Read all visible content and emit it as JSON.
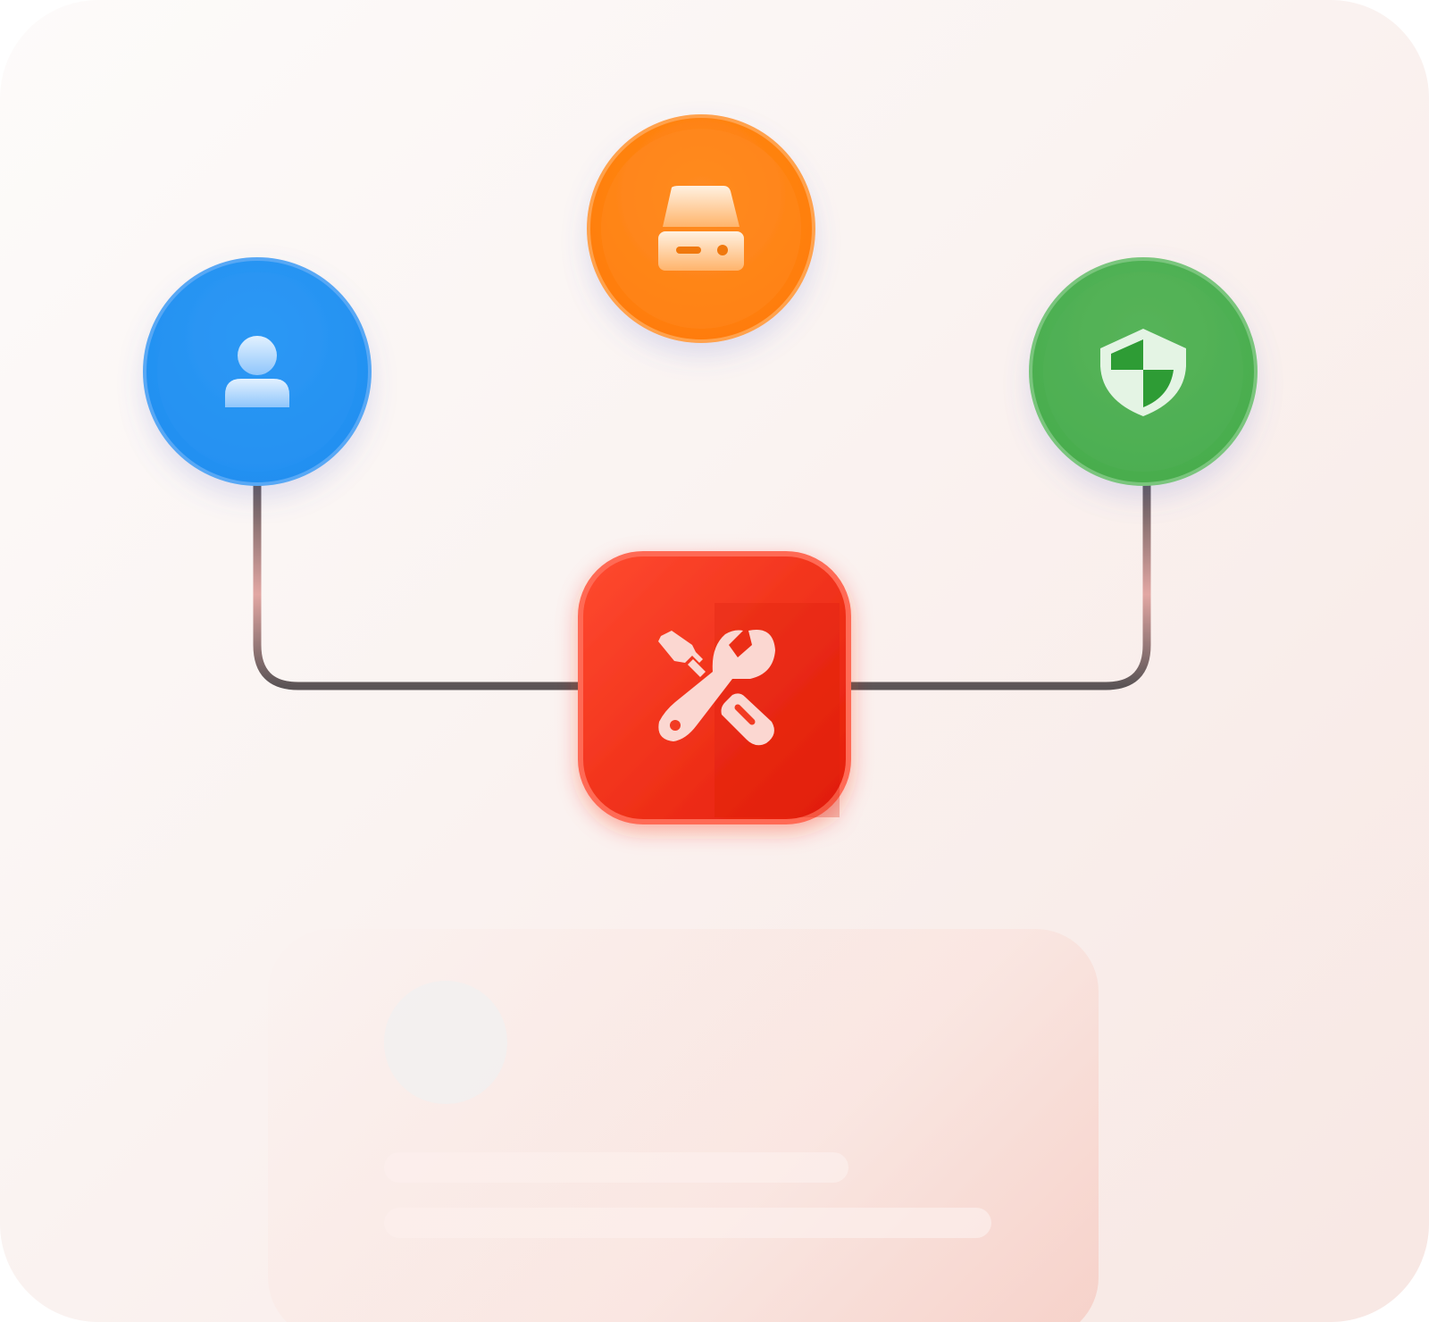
{
  "diagram": {
    "hub": {
      "icon": "tools-icon",
      "color": "#f23a22"
    },
    "nodes": [
      {
        "id": "user",
        "icon": "user-icon",
        "color": "#2196f3"
      },
      {
        "id": "storage",
        "icon": "hard-drive-icon",
        "color": "#ff7f0e"
      },
      {
        "id": "security",
        "icon": "shield-icon",
        "color": "#4caf50"
      }
    ],
    "connector_color": "#5b5456"
  },
  "placeholder_card": {
    "avatar": "avatar-placeholder",
    "lines": 2
  }
}
